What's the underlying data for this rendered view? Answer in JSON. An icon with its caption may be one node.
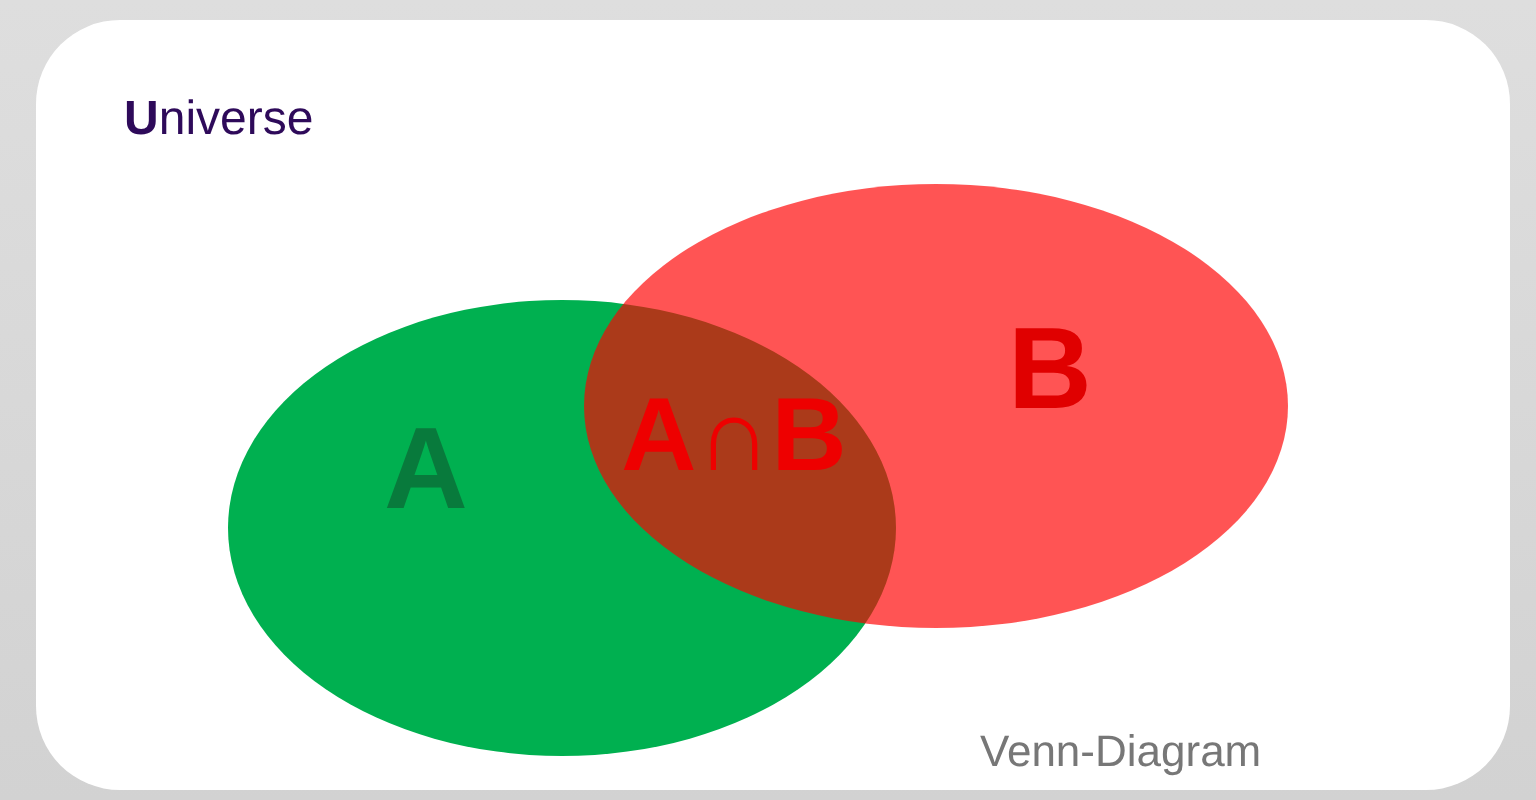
{
  "diagram": {
    "nodes": [
      {
        "text": [
          "**U**niverse"
        ]
      },
      {
        "text": [
          "A"
        ],
        "in": 0
      },
      {
        "text": [
          "B"
        ],
        "in": 0
      }
    ],
    "labels": [
      "A∩B",
      "Venn-Diagram"
    ]
  }
}
